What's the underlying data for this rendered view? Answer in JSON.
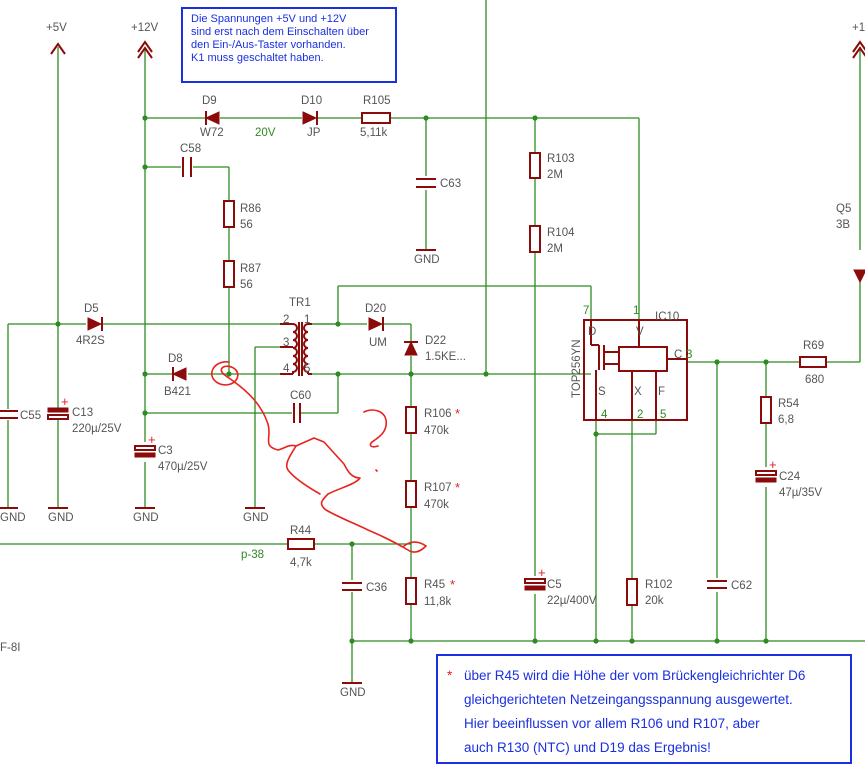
{
  "rails": {
    "p5v": "+5V",
    "p12v": "+12V",
    "p12v_right": "+1"
  },
  "gnd": "GND",
  "components": {
    "d9": {
      "ref": "D9",
      "value": "W72",
      "extra": "20V"
    },
    "d10": {
      "ref": "D10",
      "value": "JP"
    },
    "r105": {
      "ref": "R105",
      "value": "5,11k"
    },
    "c58": {
      "ref": "C58"
    },
    "c63": {
      "ref": "C63"
    },
    "r103": {
      "ref": "R103",
      "value": "2M"
    },
    "r104": {
      "ref": "R104",
      "value": "2M"
    },
    "r86": {
      "ref": "R86",
      "value": "56"
    },
    "r87": {
      "ref": "R87",
      "value": "56"
    },
    "q5": {
      "ref": "Q5",
      "value": "3B"
    },
    "d5": {
      "ref": "D5",
      "value": "4R2S"
    },
    "tr1": {
      "ref": "TR1"
    },
    "d20": {
      "ref": "D20",
      "value": "UM"
    },
    "d22": {
      "ref": "D22",
      "value": "1.5KE..."
    },
    "ic10": {
      "ref": "IC10",
      "part": "TOP256YN"
    },
    "d8": {
      "ref": "D8",
      "value": "B421"
    },
    "c55": {
      "ref": "C55"
    },
    "c13": {
      "ref": "C13",
      "value": "220µ/25V"
    },
    "c60": {
      "ref": "C60"
    },
    "c3": {
      "ref": "C3",
      "value": "470µ/25V"
    },
    "r106": {
      "ref": "R106",
      "value": "470k"
    },
    "r107": {
      "ref": "R107",
      "value": "470k"
    },
    "r69": {
      "ref": "R69",
      "value": "680"
    },
    "r54": {
      "ref": "R54",
      "value": "6,8"
    },
    "c24": {
      "ref": "C24",
      "value": "47µ/35V"
    },
    "r44": {
      "ref": "R44",
      "value": "4,7k"
    },
    "c36": {
      "ref": "C36"
    },
    "r45": {
      "ref": "R45",
      "value": "11,8k"
    },
    "c5": {
      "ref": "C5",
      "value": "22µ/400V"
    },
    "r102": {
      "ref": "R102",
      "value": "20k"
    },
    "c62": {
      "ref": "C62"
    }
  },
  "pins": {
    "tr1_2": "2",
    "tr1_1": "1",
    "tr1_3": "3",
    "tr1_4": "4",
    "tr1_5": "5",
    "ic_7": "7",
    "ic_1": "1",
    "ic_3": "3",
    "ic_4": "4",
    "ic_2": "2",
    "ic_5": "5",
    "ic_d": "D",
    "ic_v": "V",
    "ic_c": "C",
    "ic_s": "S",
    "ic_x": "X",
    "ic_f": "F"
  },
  "net_labels": {
    "p38": "p-38",
    "left_edge": "F-8I"
  },
  "marker": "*",
  "notes": {
    "top": [
      "Die Spannungen +5V und +12V",
      "sind erst nach dem Einschalten über",
      "den Ein-/Aus-Taster vorhanden.",
      "K1 muss geschaltet haben."
    ],
    "bottom": [
      "über R45 wird die Höhe der vom Brückengleichrichter D6",
      "gleichgerichteten Netzeingangsspannung ausgewertet.",
      "Hier beeinflussen vor allem R106 und R107, aber",
      "auch R130 (NTC) und D19 das Ergebnis!"
    ]
  },
  "colors": {
    "wire": "#2e8b22",
    "component": "#8b0a0a",
    "label": "#555555",
    "note": "#1a2fe0",
    "scribble": "#e8231e"
  }
}
